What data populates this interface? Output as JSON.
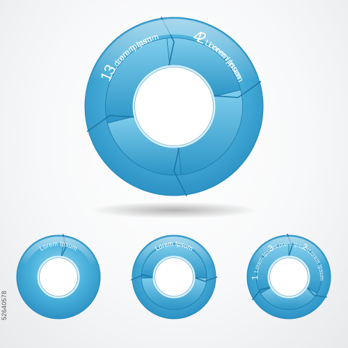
{
  "diagrams": {
    "main": {
      "steps": [
        {
          "number": "1",
          "text": "Lorem Ipsum"
        },
        {
          "number": "2",
          "text": "Lorem Ipsum"
        },
        {
          "number": "3",
          "text": "Lorem Ipsum"
        },
        {
          "number": "4",
          "text": "Lorem Ipsum"
        }
      ]
    },
    "small_one": {
      "steps": [
        {
          "number": "",
          "text": "Lorem Ipsum"
        }
      ]
    },
    "small_two": {
      "steps": [
        {
          "number": "",
          "text": "Lorem Ipsum"
        },
        {
          "number": "",
          "text": "Lorem Ipsum"
        }
      ]
    },
    "small_three": {
      "steps": [
        {
          "number": "1",
          "text": "Lorem Ipsum"
        },
        {
          "number": "2",
          "text": "Lorem Ipsum"
        },
        {
          "number": "3",
          "text": "Lorem Ipsum"
        }
      ]
    }
  },
  "watermark": "52640578",
  "colors": {
    "ring_light": "#8fd3ee",
    "ring_mid": "#3fa9d5",
    "ring_dark": "#1f86b8",
    "segment_light": "#6cc3e6",
    "segment_dark": "#2b95c6",
    "divider": "#1c78a8",
    "inner_edge": "#d9f1fb",
    "text": "#ffffff"
  }
}
